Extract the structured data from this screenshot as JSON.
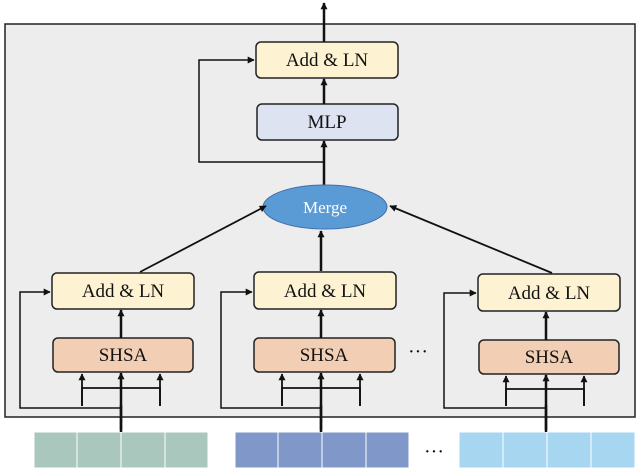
{
  "blocks": {
    "top_add_ln": "Add & LN",
    "mlp": "MLP",
    "merge": "Merge",
    "heads": [
      {
        "add_ln": "Add & LN",
        "shsa": "SHSA"
      },
      {
        "add_ln": "Add & LN",
        "shsa": "SHSA"
      },
      {
        "add_ln": "Add & LN",
        "shsa": "SHSA"
      }
    ],
    "ellipsis_heads": "···",
    "ellipsis_tokens": "···"
  },
  "colors": {
    "panel": "#ededed",
    "add_ln_fill": "#fdf2d2",
    "mlp_fill": "#dde3f1",
    "shsa_fill": "#f2cfb4",
    "merge_fill": "#5b9bd5",
    "token_group_1": "#a9c7bd",
    "token_group_2": "#8097c9",
    "token_group_3": "#a7d6f1"
  }
}
